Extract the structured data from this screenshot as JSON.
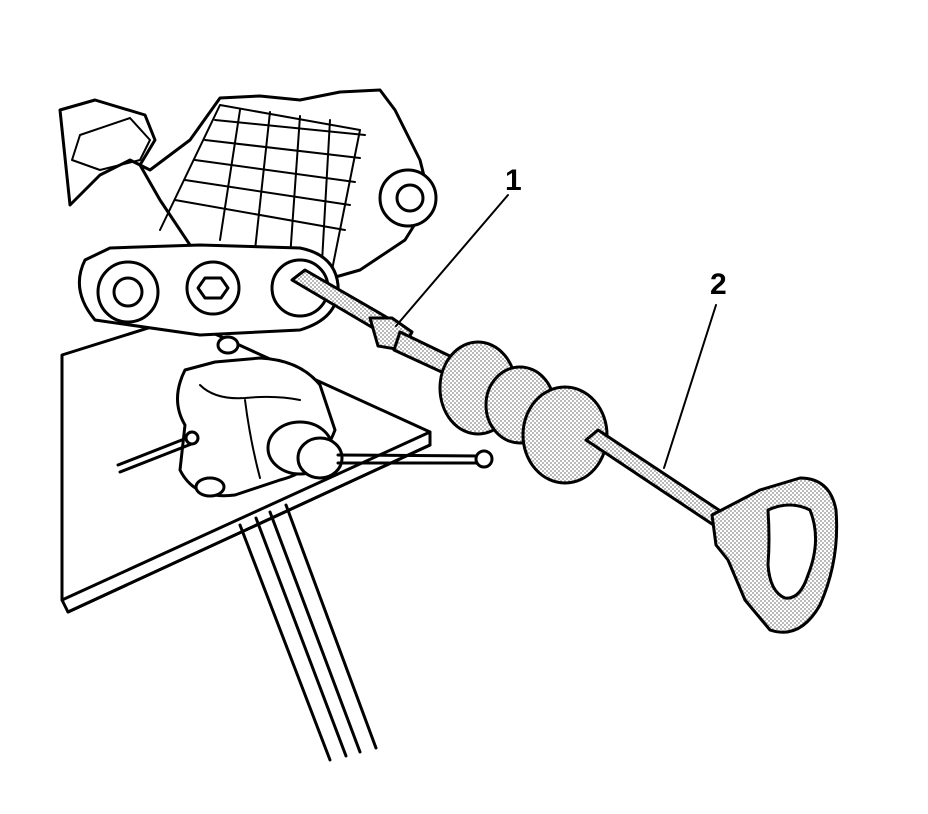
{
  "callouts": [
    {
      "id": "callout-1",
      "label": "1"
    },
    {
      "id": "callout-2",
      "label": "2"
    }
  ],
  "colors": {
    "line": "#000000",
    "fill": "#ffffff",
    "stipple": "#9a9a9a"
  }
}
